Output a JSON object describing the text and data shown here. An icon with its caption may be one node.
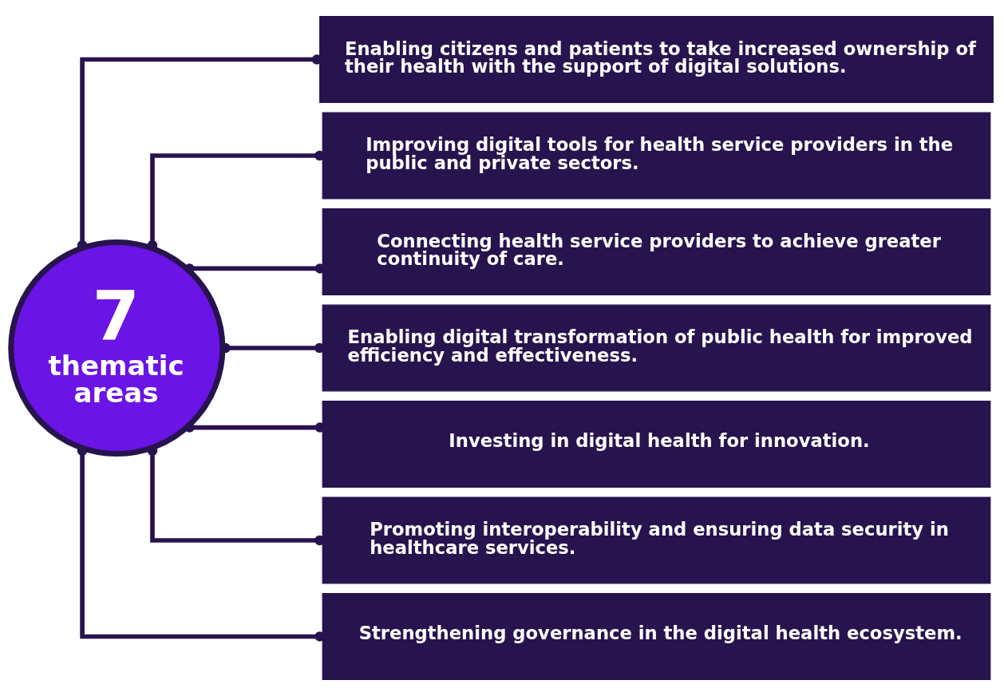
{
  "diagram": {
    "nodes": [
      {
        "text": [
          "7",
          "thematic areas"
        ]
      },
      {
        "text": [
          "Enabling citizens and patients to take increased ownership of their health with the support of digital solutions."
        ]
      },
      {
        "text": [
          "Improving digital tools for health service providers in the public and private sectors."
        ]
      },
      {
        "text": [
          "Connecting health service providers to achieve greater continuity of care."
        ]
      },
      {
        "text": [
          "Enabling digital transformation of public health for improved efficiency and effectiveness."
        ]
      },
      {
        "text": [
          "Investing in digital health for innovation."
        ]
      },
      {
        "text": [
          "Promoting interoperability and ensuring data security in healthcare services."
        ]
      },
      {
        "text": [
          "Strengthening governance in the digital health ecosystem."
        ]
      }
    ],
    "edges": [
      {
        "from": 0,
        "to": 1,
        "arrow": "other"
      },
      {
        "from": 0,
        "to": 2,
        "arrow": "other"
      },
      {
        "from": 0,
        "to": 3,
        "arrow": "other"
      },
      {
        "from": 0,
        "to": 4,
        "arrow": "other"
      },
      {
        "from": 0,
        "to": 5,
        "arrow": "other"
      },
      {
        "from": 0,
        "to": 6,
        "arrow": "other"
      },
      {
        "from": 0,
        "to": 7,
        "arrow": "other"
      }
    ]
  }
}
